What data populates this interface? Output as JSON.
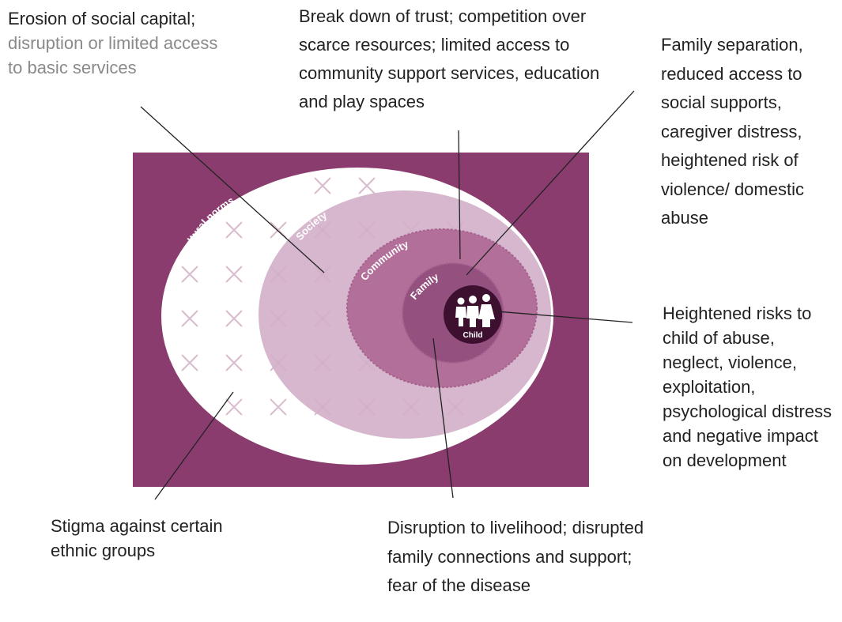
{
  "diagram": {
    "layers": {
      "sociocultural": "Sociocultural norms",
      "society": "Society",
      "community": "Community",
      "family": "Family",
      "child": "Child"
    },
    "colors": {
      "background": "#8a3c6e",
      "sociocultural": "#ffffff",
      "society": "#d3b1c9",
      "community": "#b16f9a",
      "family": "#94507f",
      "child_core": "#3d1030",
      "cross_mark": "#d9bccd",
      "pointer_line": "#222222"
    }
  },
  "annotations": {
    "social_capital": {
      "lead": "Erosion of social capital;",
      "muted": " disruption or limited access to basic services"
    },
    "trust": "Break down of trust; competition over scarce resources; limited access to community support services, education and play spaces",
    "family_separation": "Family separation, reduced access to social supports, caregiver distress, heightened risk of violence/ domestic abuse",
    "child_risks": "Heightened risks to child of abuse, neglect, violence, exploitation, psychological distress and negative impact on development",
    "stigma": "Stigma against certain ethnic groups",
    "livelihood": "Disruption to livelihood; disrupted family connections and support; fear of the disease"
  }
}
